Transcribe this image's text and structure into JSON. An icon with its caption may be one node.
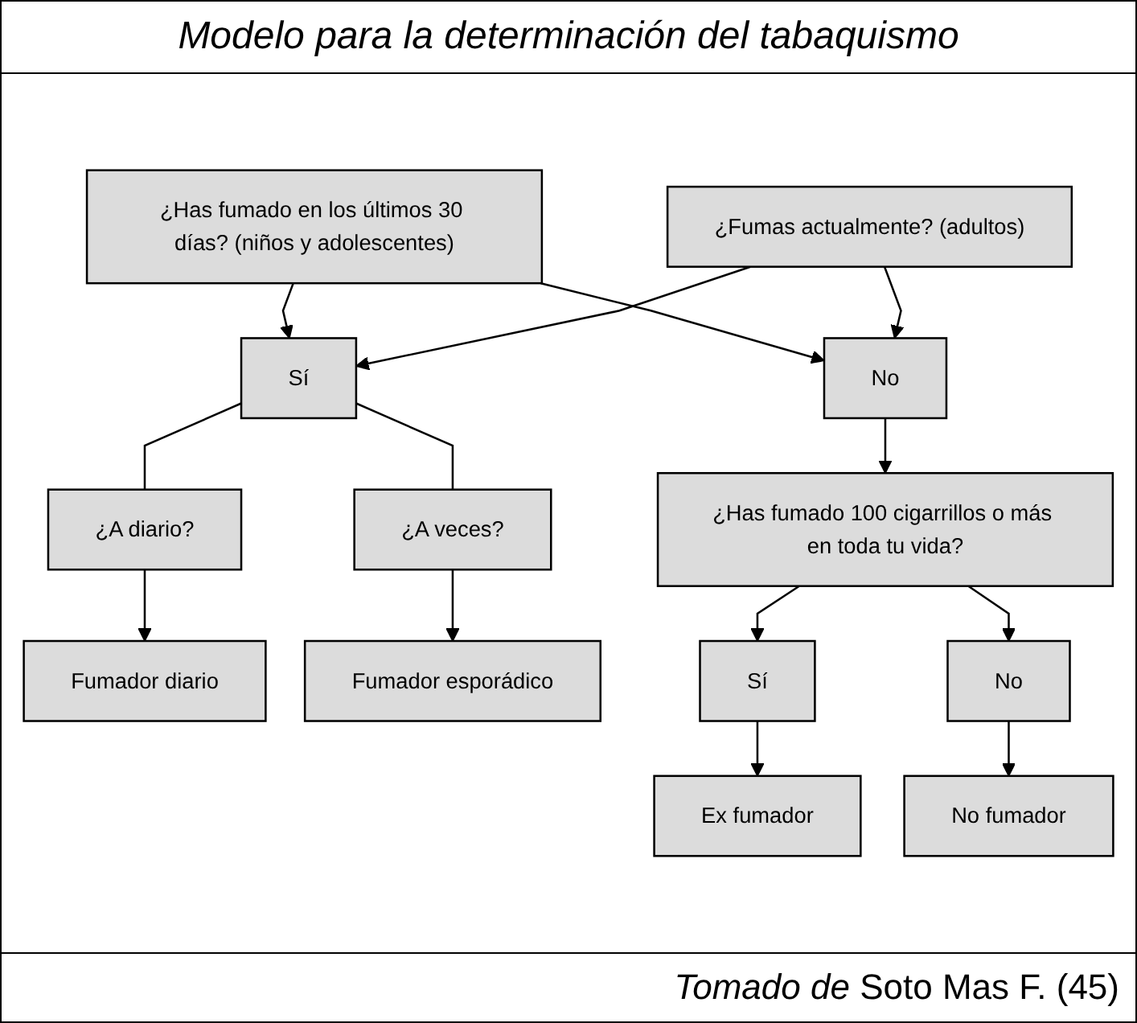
{
  "diagram": {
    "title": "Modelo para la determinación del tabaquismo",
    "caption": "*Tomado de* Soto Mas F. (45)",
    "nodes": [
      {
        "text": [
          "¿Has fumado en los últimos 30 días? (niños y adolescentes)"
        ]
      },
      {
        "text": [
          "¿Fumas actualmente? (adultos)"
        ]
      },
      {
        "text": [
          "Sí"
        ]
      },
      {
        "text": [
          "No"
        ]
      },
      {
        "text": [
          "¿A diario?"
        ]
      },
      {
        "text": [
          "¿A veces?"
        ]
      },
      {
        "text": [
          "Fumador diario"
        ]
      },
      {
        "text": [
          "Fumador esporádico"
        ]
      },
      {
        "text": [
          "¿Has fumado 100 cigarrillos o más en toda tu vida?"
        ]
      },
      {
        "text": [
          "Sí"
        ]
      },
      {
        "text": [
          "No"
        ]
      },
      {
        "text": [
          "Ex fumador"
        ]
      },
      {
        "text": [
          "No fumador"
        ]
      }
    ],
    "edges": [
      {
        "from": 0,
        "to": 2,
        "arrow": "to"
      },
      {
        "from": 1,
        "to": 2,
        "arrow": "to"
      },
      {
        "from": 0,
        "to": 3,
        "arrow": "to"
      },
      {
        "from": 1,
        "to": 3,
        "arrow": "to"
      },
      {
        "from": 2,
        "to": 4,
        "arrow": "none"
      },
      {
        "from": 2,
        "to": 5,
        "arrow": "none"
      },
      {
        "from": 4,
        "to": 6,
        "arrow": "to"
      },
      {
        "from": 5,
        "to": 7,
        "arrow": "to"
      },
      {
        "from": 3,
        "to": 8,
        "arrow": "to"
      },
      {
        "from": 8,
        "to": 9,
        "arrow": "to"
      },
      {
        "from": 8,
        "to": 10,
        "arrow": "to"
      },
      {
        "from": 9,
        "to": 11,
        "arrow": "to"
      },
      {
        "from": 10,
        "to": 12,
        "arrow": "to"
      }
    ]
  }
}
